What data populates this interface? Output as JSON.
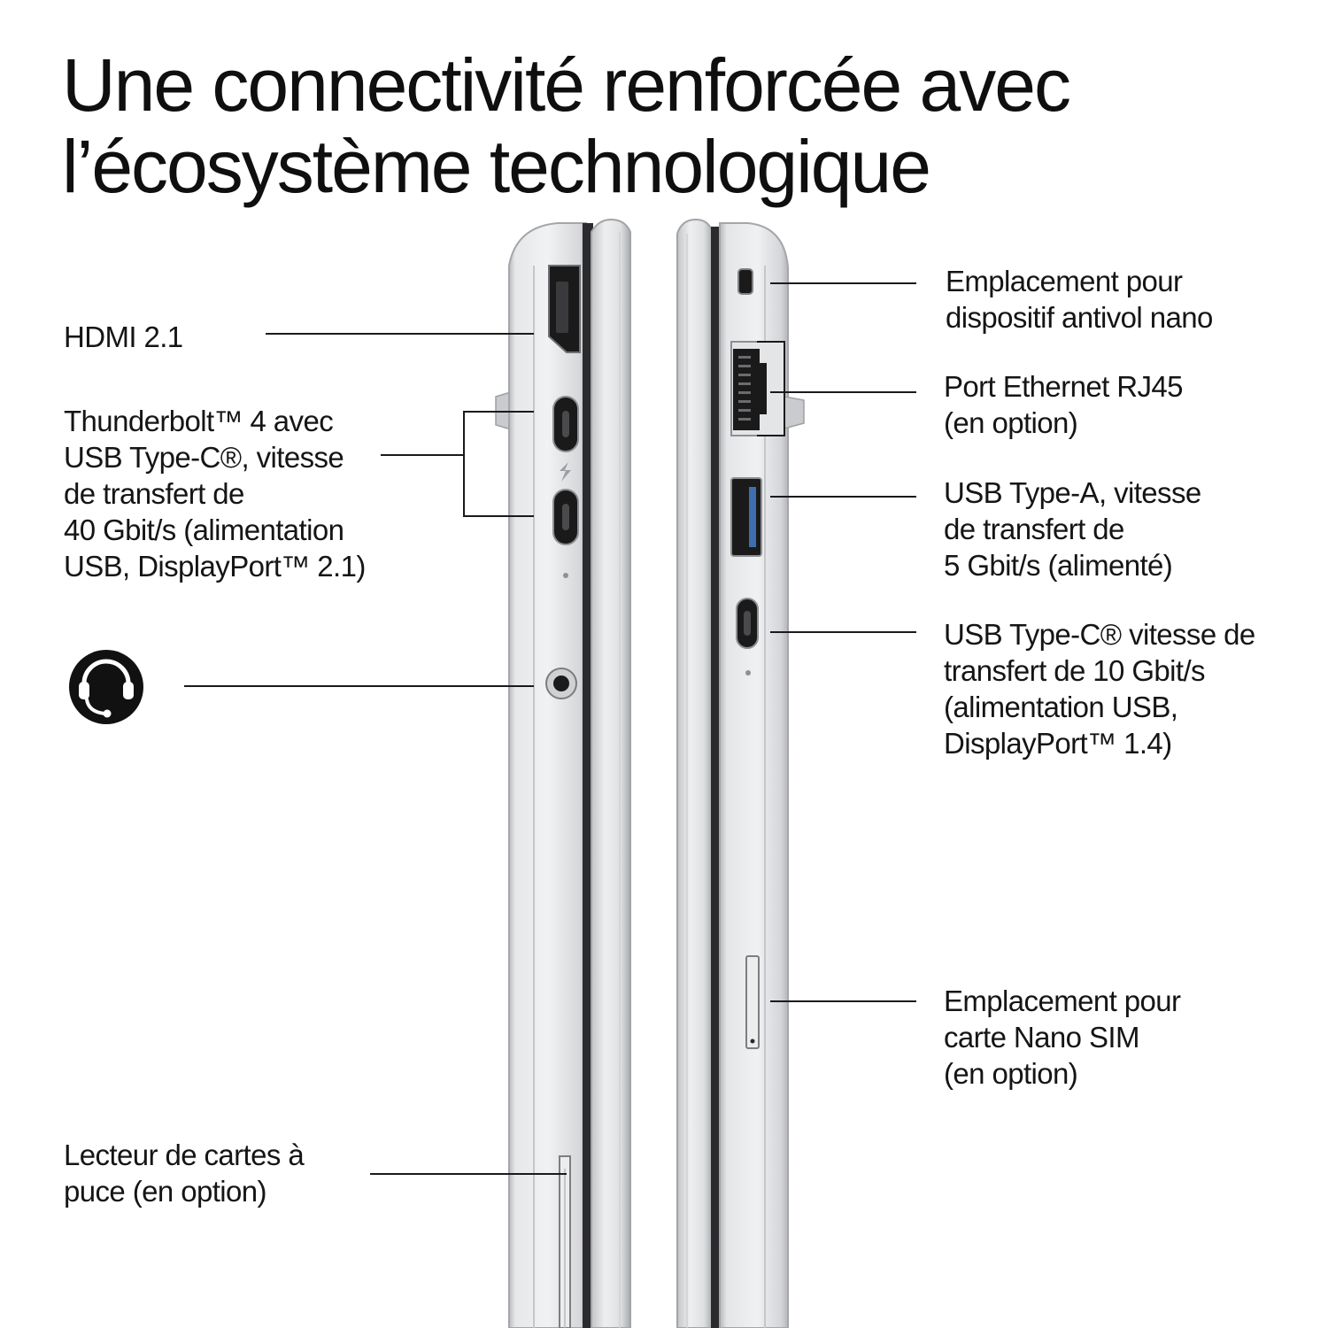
{
  "title": {
    "line1": "Une connectivité renforcée avec",
    "line2": "l’écosystème technologique"
  },
  "left_ports": [
    {
      "lines": [
        "HDMI 2.1"
      ]
    },
    {
      "lines": [
        "Thunderbolt™ 4 avec",
        "USB Type-C®, vitesse",
        "de transfert de",
        "40 Gbit/s (alimentation",
        "USB, DisplayPort™ 2.1)"
      ]
    },
    {
      "icon": "headset-icon"
    },
    {
      "lines": [
        "Lecteur de cartes à",
        "puce (en option)"
      ]
    }
  ],
  "right_ports": [
    {
      "lines": [
        "Emplacement pour",
        "dispositif antivol nano"
      ]
    },
    {
      "lines": [
        "Port Ethernet RJ45",
        "(en option)"
      ]
    },
    {
      "lines": [
        "USB Type-A, vitesse",
        "de transfert de",
        "5 Gbit/s (alimenté)"
      ]
    },
    {
      "lines": [
        "USB Type-C® vitesse de",
        "transfert de 10 Gbit/s",
        "(alimentation USB,",
        "DisplayPort™ 1.4)"
      ]
    },
    {
      "lines": [
        "Emplacement pour",
        "carte Nano SIM",
        "(en option)"
      ]
    }
  ],
  "colors": {
    "text": "#151515",
    "chassis": "#dcdddf",
    "chassis_edge": "#a9abae",
    "port": "#1a1a1a"
  }
}
